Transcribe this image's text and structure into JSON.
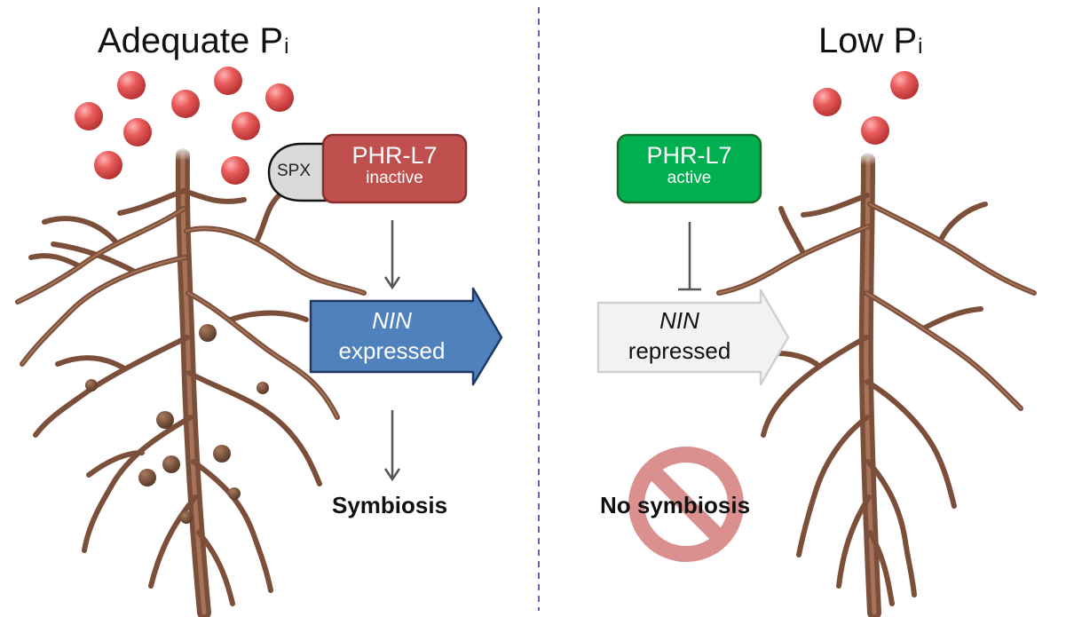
{
  "left_panel": {
    "title_main": "Adequate P",
    "title_sub": "i",
    "inhibitor_label": "SPX",
    "regulator": {
      "name": "PHR-L7",
      "state": "inactive",
      "color": "#c0504d"
    },
    "gene": {
      "name": "NIN",
      "status": "expressed",
      "color": "#4f81bd"
    },
    "outcome": "Symbiosis"
  },
  "right_panel": {
    "title_main": "Low P",
    "title_sub": "i",
    "regulator": {
      "name": "PHR-L7",
      "state": "active",
      "color": "#00b050"
    },
    "gene": {
      "name": "NIN",
      "status": "repressed",
      "color": "#f2f2f2"
    },
    "outcome": "No symbiosis"
  },
  "colors": {
    "phosphate": "#e05a5a",
    "root": "#7b4f3a",
    "nodule": "#7b5540",
    "divider": "#6a5fa8",
    "prohibition": "#d9898a"
  }
}
